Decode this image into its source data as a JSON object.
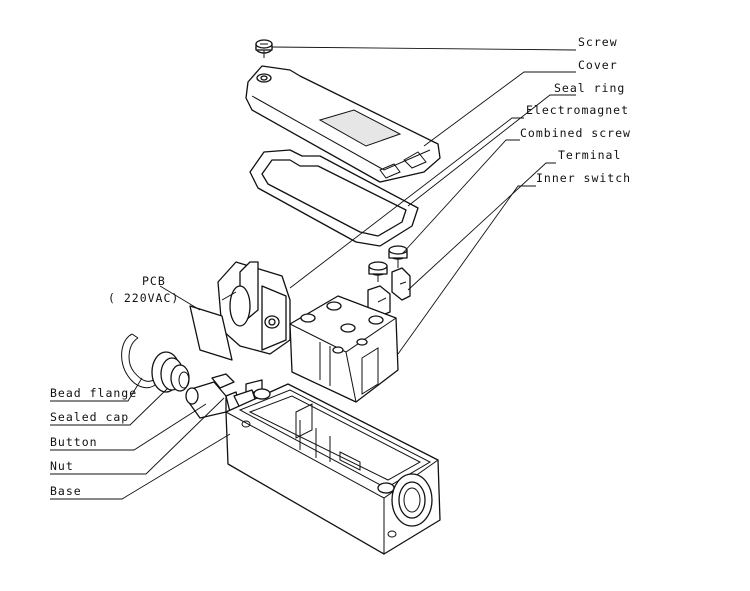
{
  "labels": {
    "screw": "Screw",
    "cover": "Cover",
    "seal_ring": "Seal ring",
    "electromagnet": "Electromagnet",
    "combined_screw": "Combined screw",
    "terminal": "Terminal",
    "inner_switch": "Inner switch",
    "pcb": "PCB",
    "pcb_voltage": "( 220VAC)",
    "bead_flange": "Bead flange",
    "sealed_cap": "Sealed cap",
    "button": "Button",
    "nut": "Nut",
    "base": "Base"
  }
}
